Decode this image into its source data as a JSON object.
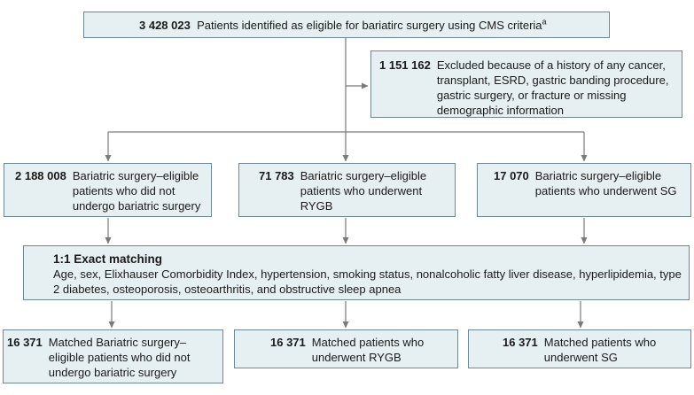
{
  "boxes": {
    "eligible": {
      "count": "3 428 023",
      "text": "Patients identified as eligible for bariatirc surgery using CMS criteria",
      "sup": "a"
    },
    "excluded": {
      "count": "1 151 162",
      "text": "Excluded because of a history of any cancer, transplant, ESRD, gastric banding procedure, gastric surgery, or fracture or missing demographic information"
    },
    "no_surgery": {
      "count": "2 188 008",
      "text": "Bariatric surgery–eligible patients who did not undergo bariatric surgery"
    },
    "rygb": {
      "count": "71 783",
      "text": "Bariatric surgery–eligible patients who underwent RYGB"
    },
    "sg": {
      "count": "17 070",
      "text": "Bariatric surgery–eligible patients who underwent SG"
    },
    "matching": {
      "title": "1:1 Exact matching",
      "text": "Age, sex, Elixhauser Comorbidity Index, hypertension, smoking status, nonalcoholic fatty liver disease, hyperlipidemia, type 2 diabetes, osteoporosis, osteoarthritis, and obstructive sleep apnea"
    },
    "matched_no_surgery": {
      "count": "16 371",
      "text": "Matched Bariatric surgery–eligible patients who did not undergo bariatric surgery"
    },
    "matched_rygb": {
      "count": "16 371",
      "text": "Matched patients who underwent RYGB"
    },
    "matched_sg": {
      "count": "16 371",
      "text": "Matched patients who underwent SG"
    }
  },
  "colors": {
    "box_fill": "#e6eff2",
    "box_border": "#6f8790",
    "arrow": "#7a7a7a"
  }
}
